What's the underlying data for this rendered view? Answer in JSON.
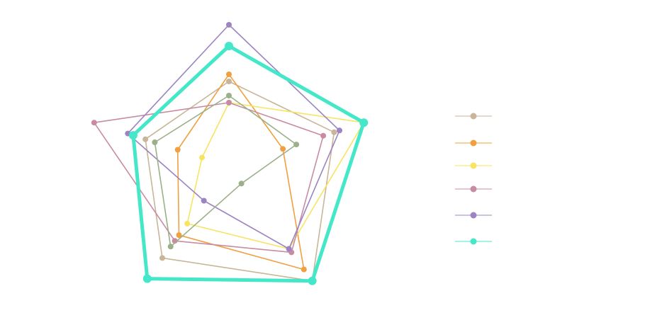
{
  "chart_data": {
    "type": "radar",
    "title": "",
    "axes": [
      "",
      "",
      "",
      "",
      ""
    ],
    "series": [
      {
        "color": "#c9b597",
        "values": [
          60,
          78,
          100,
          80,
          62
        ]
      },
      {
        "color": "#f0a040",
        "values": [
          65,
          40,
          90,
          60,
          38
        ]
      },
      {
        "color": "#f7e463",
        "values": [
          45,
          100,
          72,
          50,
          20
        ]
      },
      {
        "color": "#c98ba4",
        "values": [
          45,
          70,
          75,
          65,
          100
        ]
      },
      {
        "color": "#9c84c3",
        "values": [
          100,
          82,
          72,
          30,
          75
        ]
      },
      {
        "color": "#44e8c8",
        "values": [
          85,
          100,
          100,
          98,
          71
        ]
      },
      {
        "color": "#9bb088",
        "values": [
          50,
          50,
          15,
          70,
          55
        ]
      }
    ],
    "legend": {
      "position": "right",
      "entries": [
        {
          "color": "#c9b597",
          "label": ""
        },
        {
          "color": "#f0a040",
          "label": ""
        },
        {
          "color": "#f7e463",
          "label": ""
        },
        {
          "color": "#c98ba4",
          "label": ""
        },
        {
          "color": "#9c84c3",
          "label": ""
        },
        {
          "color": "#44e8c8",
          "label": ""
        }
      ]
    },
    "highlighted_series_index": 5
  }
}
